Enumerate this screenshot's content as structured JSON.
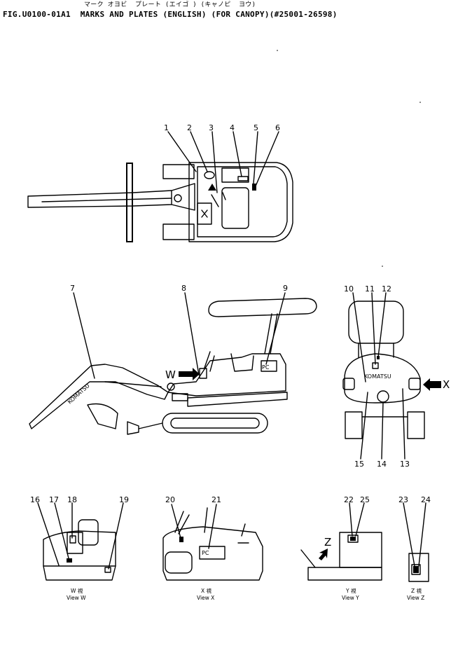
{
  "header": {
    "line1": "マーク オヨビ  プレート (エイゴ ) (キャノピ  ヨウ)",
    "line2": "FIG.U0100-01A1  MARKS AND PLATES (ENGLISH) (FOR CANOPY)(#25001-26598)"
  },
  "callouts": {
    "n1": "1",
    "n2": "2",
    "n3": "3",
    "n4": "4",
    "n5": "5",
    "n6": "6",
    "n7": "7",
    "n8": "8",
    "n9": "9",
    "n10": "10",
    "n11": "11",
    "n12": "12",
    "n13": "13",
    "n14": "14",
    "n15": "15",
    "n16": "16",
    "n17": "17",
    "n18": "18",
    "n19": "19",
    "n20": "20",
    "n21": "21",
    "n22": "22",
    "n23": "23",
    "n24": "24",
    "n25": "25"
  },
  "view_arrows": {
    "w": "W",
    "x": "X",
    "z": "Z"
  },
  "marks": {
    "pc": "PC",
    "komatsu": "KOMATSU",
    "boom": "KOMATSU"
  },
  "view_captions": {
    "w_kanji": "W  視",
    "w_en": "View  W",
    "x_kanji": "X  視",
    "x_en": "View  X",
    "y_kanji": "Y  視",
    "y_en": "View  Y",
    "z_kanji": "Z  視",
    "z_en": "View  Z"
  }
}
